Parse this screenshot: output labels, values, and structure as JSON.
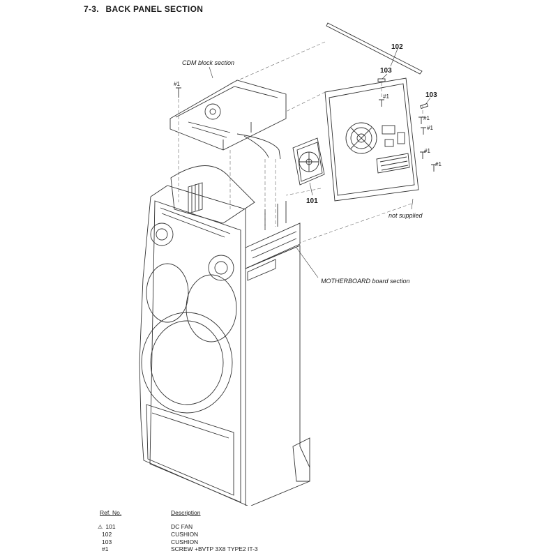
{
  "header": {
    "section_number": "7-3.",
    "section_title": "BACK PANEL SECTION"
  },
  "callouts": {
    "part_101": "101",
    "part_102": "102",
    "part_103_a": "103",
    "part_103_b": "103"
  },
  "screw_labels": {
    "s1": "#1",
    "s2": "#1",
    "s3": "#1",
    "s4": "#1",
    "s5": "#1",
    "s6": "#1"
  },
  "annotations": {
    "cdm_block": "CDM block section",
    "motherboard": "MOTHERBOARD board section",
    "not_supplied": "not supplied"
  },
  "parts_list": {
    "ref_header": "Ref. No.",
    "desc_header": "Description",
    "warning_symbol": "⚠",
    "rows": [
      {
        "ref": "101",
        "desc": "DC FAN"
      },
      {
        "ref": "102",
        "desc": "CUSHION"
      },
      {
        "ref": "103",
        "desc": "CUSHION"
      },
      {
        "ref": "#1",
        "desc": "SCREW +BVTP 3X8 TYPE2 IT-3"
      }
    ]
  }
}
